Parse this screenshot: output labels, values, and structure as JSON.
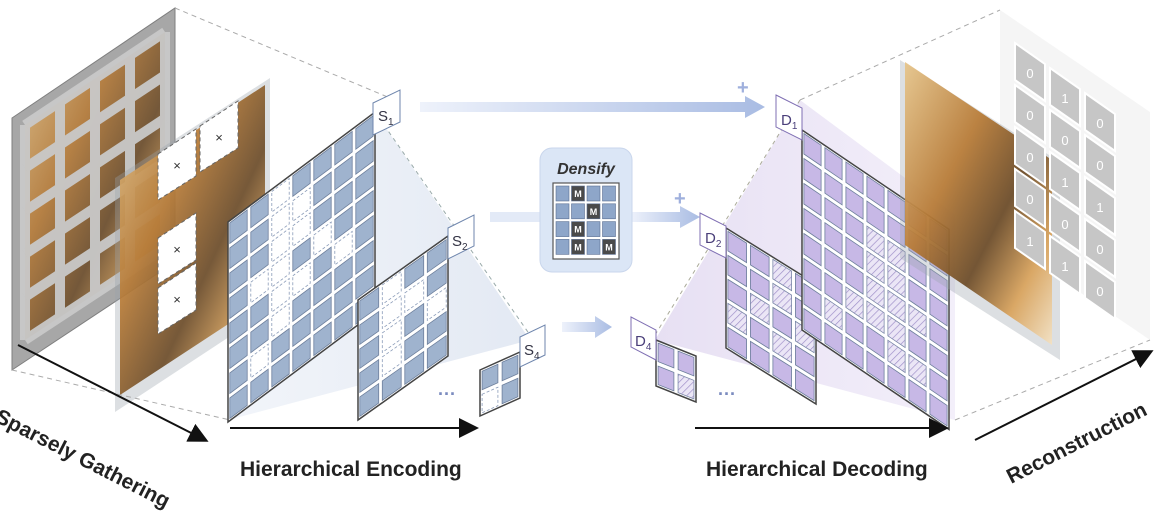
{
  "captions": {
    "sparse_gathering": "Sparsely Gathering",
    "hier_encoding": "Hierarchical Encoding",
    "hier_decoding": "Hierarchical Decoding",
    "reconstruction": "Reconstruction"
  },
  "encoder": {
    "s1": "S",
    "s1_sub": "1",
    "s2": "S",
    "s2_sub": "2",
    "s4": "S",
    "s4_sub": "4",
    "ellipsis": "..."
  },
  "decoder": {
    "d1": "D",
    "d1_sub": "1",
    "d2": "D",
    "d2_sub": "2",
    "d4": "D",
    "d4_sub": "4",
    "ellipsis": "..."
  },
  "densify": {
    "title": "Densify",
    "mask_token": "M"
  },
  "skip": {
    "plus": "+"
  },
  "masked_marker": "×",
  "mask_bits": [
    "0",
    "0",
    "0",
    "0",
    "1",
    "1",
    "0",
    "1",
    "0",
    "1",
    "0",
    "0",
    "1",
    "0",
    "0"
  ],
  "colors": {
    "encoder_fill": "#e9eef6",
    "encoder_cell": "#9fb3ce",
    "decoder_fill": "#ece6f7",
    "decoder_cell": "#c7b8e6",
    "densify_bg": "#dbe6f6",
    "mask_grid": "#b8b8b8",
    "image_warm": "#c88a3a"
  },
  "icons": [
    "arrow-right-icon",
    "plus-icon"
  ]
}
